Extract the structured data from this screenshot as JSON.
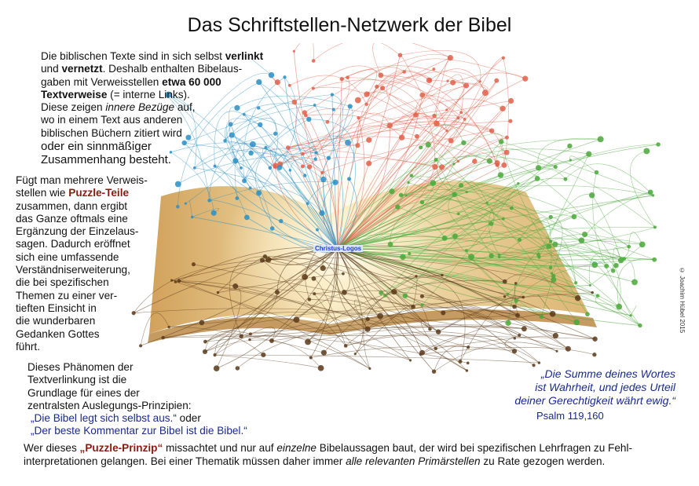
{
  "title": "Das Schriftstellen-Netzwerk der Bibel",
  "intro": {
    "l1a": "Die biblischen Texte sind in sich selbst ",
    "l1b": "verlinkt",
    "l2a": "und ",
    "l2b": "vernetzt",
    "l2c": ". Deshalb enthalten Bibelaus-",
    "l3a": "gaben mit Verweisstellen ",
    "l3b": "etwa 60 000",
    "l4a": "Textverweise",
    "l4b": " (= interne Links).",
    "l5a": "Diese zeigen ",
    "l5b": "innere Bezüge",
    "l5c": " auf,",
    "l6": "wo in einem Text aus anderen",
    "l7": "biblischen Büchern zitiert wird",
    "l8": "oder ein sinnmäßiger",
    "l9": "Zusammenhang besteht."
  },
  "puzzle": {
    "l1": "Fügt man mehrere Verweis-",
    "l2a": "stellen wie ",
    "l2b": "Puzzle-Teile",
    "l3": "zusammen, dann ergibt",
    "l4": "das Ganze oftmals eine",
    "l5": "Ergänzung der Einzelaus-",
    "l6": "sagen. Dadurch eröffnet",
    "l7": "sich eine umfassende",
    "l8": "Verständniserweiterung,",
    "l9": "die bei spezifischen",
    "l10": "Themen zu einer ver-",
    "l11": "tieften Einsicht in",
    "l12": "die wunderbaren",
    "l13": "Gedanken Gottes",
    "l14": "führt."
  },
  "phenomenon": {
    "l1": "Dieses Phänomen der",
    "l2": "Textverlinkung ist die",
    "l3": "Grundlage für eines der",
    "l4": "zentralsten Auslegungs-Prinzipien:",
    "l5a": "„Die Bibel legt sich selbst aus.“",
    "l5b": " oder",
    "l6": "„Der beste Kommentar zur Bibel ist die Bibel.“"
  },
  "bottom": {
    "p1": "Wer dieses ",
    "p2": "„Puzzle-Prinzip“",
    "p3": " missachtet und nur auf ",
    "p4": "einzelne",
    "p5": " Bibelaussagen baut, der wird bei spezifischen Lehrfragen zu Fehl-",
    "p6": "interpretationen gelangen. Bei einer Thematik müssen daher immer ",
    "p7": "alle relevanten Primärstellen",
    "p8": " zu Rate gezogen werden."
  },
  "quote": {
    "l1": "„Die Summe deines Wortes",
    "l2": "ist Wahrheit, und jedes Urteil",
    "l3": "deiner Gerechtigkeit währt ewig.“",
    "source": "Psalm 119,160"
  },
  "network": {
    "center_label": "Christus-Logos"
  },
  "copyright": "© Joachim Hübel 2015",
  "colors": {
    "red_emphasis": "#8b1a12",
    "quote_blue": "#1a2a8c",
    "net_blue": "#2a8fc4",
    "net_red": "#e0604a",
    "net_green": "#4aa83a",
    "net_brown": "#5a3a1a",
    "book": "#d7a85a"
  }
}
